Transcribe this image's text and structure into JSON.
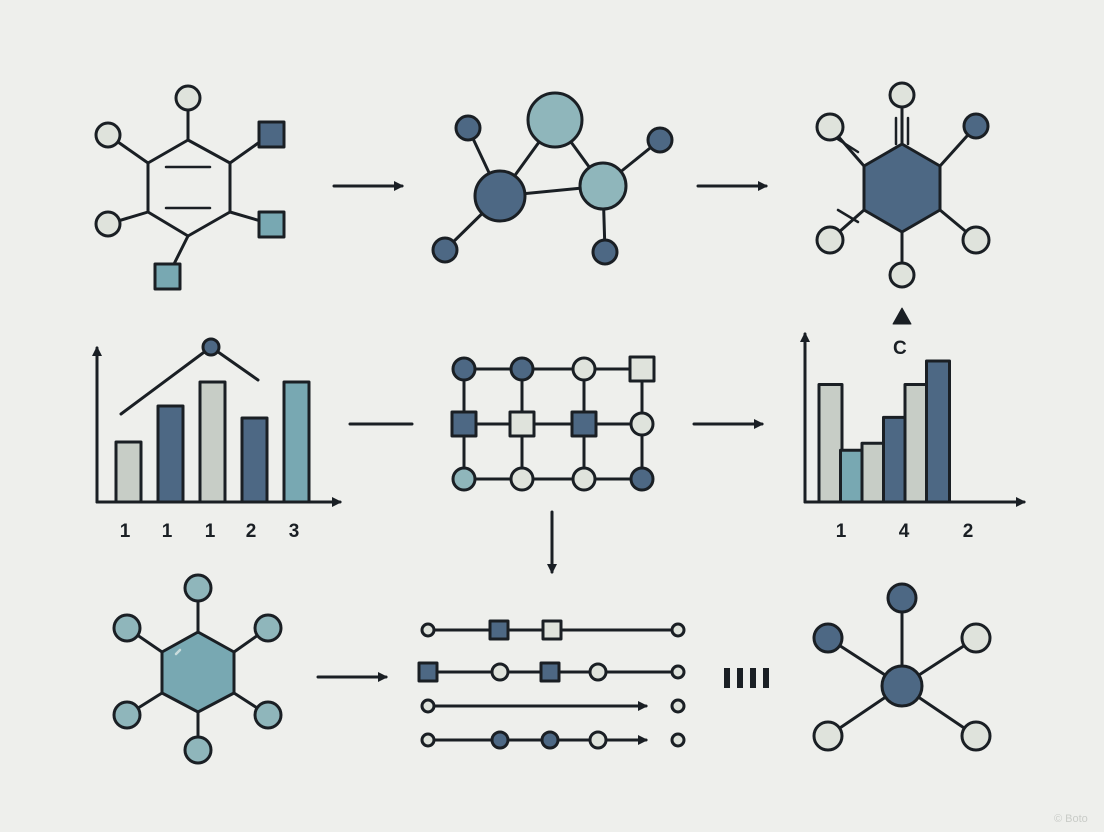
{
  "palette": {
    "background": "#eeefec",
    "stroke": "#1a1f24",
    "dark_blue": "#4d6884",
    "teal": "#78a8b2",
    "light_teal": "#8fb6bb",
    "grey": "#c7cdc6",
    "pale": "#dfe3dc"
  },
  "icons": {
    "molecule_a": "benzene-ring-icon",
    "molecule_b": "ball-and-stick-molecule-icon",
    "molecule_c": "hexagon-molecule-icon",
    "matrix": "node-grid-icon",
    "molecule_d": "hexagon-network-icon",
    "sequences": "sequence-lines-icon",
    "molecule_e": "star-molecule-icon"
  },
  "chart_left": {
    "type": "bar",
    "tick_labels": [
      "1",
      "1",
      "1",
      "2",
      "3"
    ],
    "values": [
      2.5,
      4.0,
      5.0,
      3.5,
      5.0
    ],
    "colors": [
      "#c7cdc6",
      "#4d6884",
      "#c7cdc6",
      "#4d6884",
      "#78a8b2"
    ],
    "trend_line": true
  },
  "chart_right": {
    "type": "bar",
    "tick_labels": [
      "1",
      "4",
      "2"
    ],
    "values": [
      5.0,
      2.2,
      2.5,
      3.6,
      5.0,
      6.0
    ],
    "colors": [
      "#c7cdc6",
      "#78a8b2",
      "#c7cdc6",
      "#4d6884",
      "#c7cdc6",
      "#4d6884"
    ]
  },
  "labels": {
    "c_label": "C",
    "watermark": "© Boto"
  }
}
